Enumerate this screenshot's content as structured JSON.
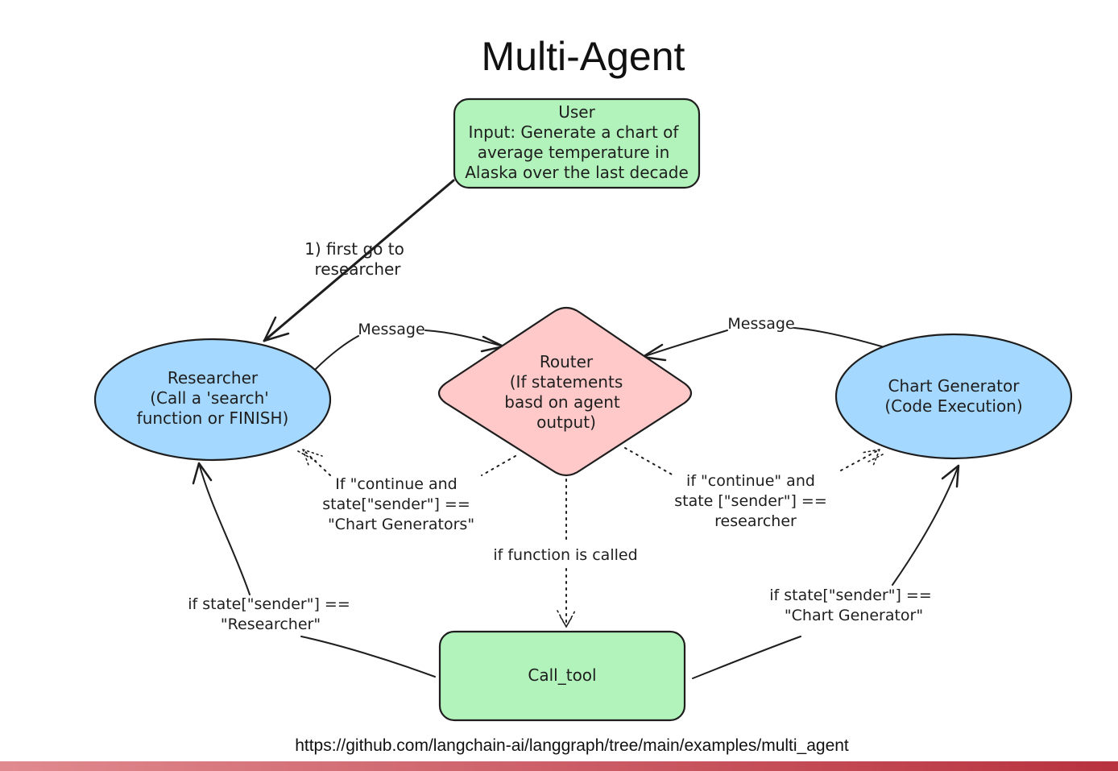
{
  "title": "Multi-Agent",
  "footer_url": "https://github.com/langchain-ai/langgraph/tree/main/examples/multi_agent",
  "colors": {
    "user_fill": "#b2f2bb",
    "agent_fill": "#a5d8ff",
    "router_fill": "#ffc9c9",
    "tool_fill": "#b2f2bb",
    "stroke": "#1e1e1e",
    "footer_bar_left": "#e08a8f",
    "footer_bar_right": "#b8323f"
  },
  "nodes": {
    "user": {
      "lines": [
        "User",
        "Input: Generate a chart of",
        "average temperature in",
        "Alaska over the last decade"
      ]
    },
    "researcher": {
      "lines": [
        "Researcher",
        "(Call a 'search'",
        "function or FINISH)"
      ]
    },
    "router": {
      "lines": [
        "Router",
        "(If statements",
        "basd on agent",
        "output)"
      ]
    },
    "chart_generator": {
      "lines": [
        "Chart Generator",
        "(Code Execution)"
      ]
    },
    "call_tool": {
      "lines": [
        "Call_tool"
      ]
    }
  },
  "edge_labels": {
    "first_go": [
      "1) first go to",
      "researcher"
    ],
    "message_left": [
      "Message"
    ],
    "message_right": [
      "Message"
    ],
    "continue_chart": [
      "If \"continue and",
      "state[\"sender\"] ==",
      "\"Chart Generators\""
    ],
    "continue_researcher": [
      "if \"continue\" and",
      "state [\"sender\"] ==",
      "researcher"
    ],
    "function_called": [
      "if function is called"
    ],
    "sender_researcher": [
      "if state[\"sender\"] ==",
      "\"Researcher\""
    ],
    "sender_chart": [
      "if state[\"sender\"] ==",
      "\"Chart Generator\""
    ]
  }
}
